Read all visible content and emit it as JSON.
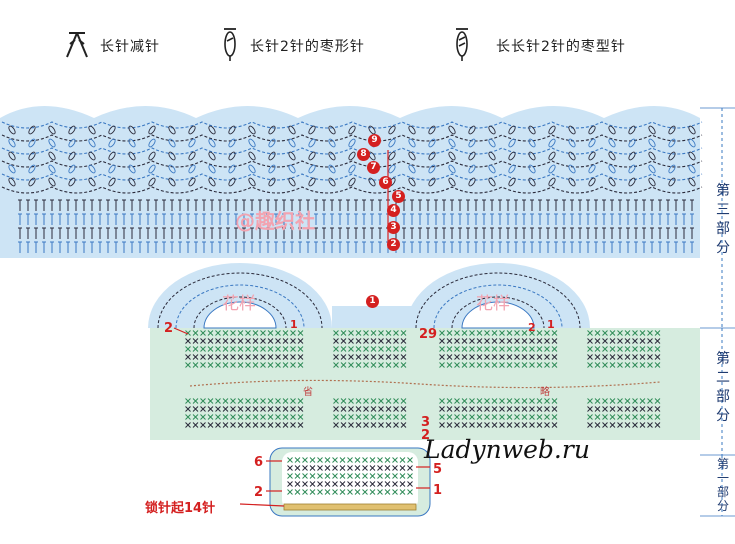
{
  "legend": {
    "items": [
      {
        "icon": "dc2tog-symbol-icon",
        "label": "长针减针"
      },
      {
        "icon": "dc-2-puff-symbol-icon",
        "label": "长针2针的枣形针"
      },
      {
        "icon": "tr-2-puff-symbol-icon",
        "label": "长长针2针的枣型针"
      }
    ]
  },
  "sections": [
    {
      "id": "part3",
      "label": "第三部分"
    },
    {
      "id": "part2",
      "label": "第二部分"
    },
    {
      "id": "part1",
      "label": "第一部分"
    }
  ],
  "part3": {
    "badges": [
      "9",
      "8",
      "7",
      "6",
      "5",
      "4",
      "3",
      "2"
    ],
    "watermark": "@趣织社"
  },
  "part2": {
    "badge": "1",
    "motif_label": "花样",
    "left_start": "2",
    "left_end": "1",
    "row_29": "29",
    "row_3": "3",
    "row_2": "2",
    "omit_left": "省",
    "omit_right": "略"
  },
  "part1": {
    "row_labels": [
      "6",
      "5",
      "2",
      "1"
    ],
    "chain_label": "锁针起14针"
  },
  "site_watermark": "Ladynweb.ru",
  "colors": {
    "part3_fill": "#cde4f5",
    "part2_fill": "#d6ecdf",
    "motif_fill": "#cde4f5",
    "accent_red": "#d42020",
    "stitch_blue": "#3a78c2",
    "stitch_green": "#2e8b57",
    "stitch_dark": "#2a2a3a"
  }
}
